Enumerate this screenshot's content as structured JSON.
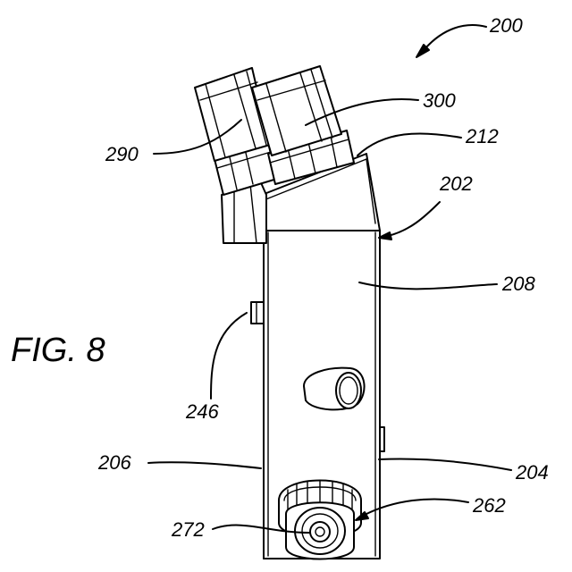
{
  "figure": {
    "label": "FIG. 8"
  },
  "refs": {
    "r200": "200",
    "r300": "300",
    "r290": "290",
    "r212": "212",
    "r202": "202",
    "r208": "208",
    "r246": "246",
    "r206": "206",
    "r204": "204",
    "r262": "262",
    "r272": "272"
  },
  "colors": {
    "ink": "#000000",
    "paper": "#ffffff"
  }
}
